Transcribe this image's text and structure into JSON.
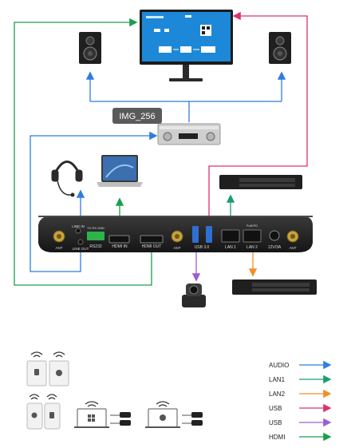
{
  "image_tag": "IMG_256",
  "device_labels": {
    "line_in": "LINE IN",
    "tx_rx_gnd": "TX  RX GND",
    "rs232": "RS232",
    "line_out": "LINE OUT",
    "hdmi_in": "HDMI IN",
    "hdmi_out": "HDMI OUT",
    "ant": "ANT",
    "usb30": "USB 3.0",
    "lan1": "LAN 1",
    "lan2": "LAN 2",
    "poe": "PoE/PD",
    "power": "12V/3A"
  },
  "legend": [
    {
      "label": "AUDIO",
      "color": "#2f7de1"
    },
    {
      "label": "LAN1",
      "color": "#1a9e6e"
    },
    {
      "label": "LAN2",
      "color": "#f0902a"
    },
    {
      "label": "USB",
      "color": "#e0306a"
    },
    {
      "label": "USB",
      "color": "#9a5fd0"
    },
    {
      "label": "HDMI",
      "color": "#1a9e4e"
    }
  ]
}
